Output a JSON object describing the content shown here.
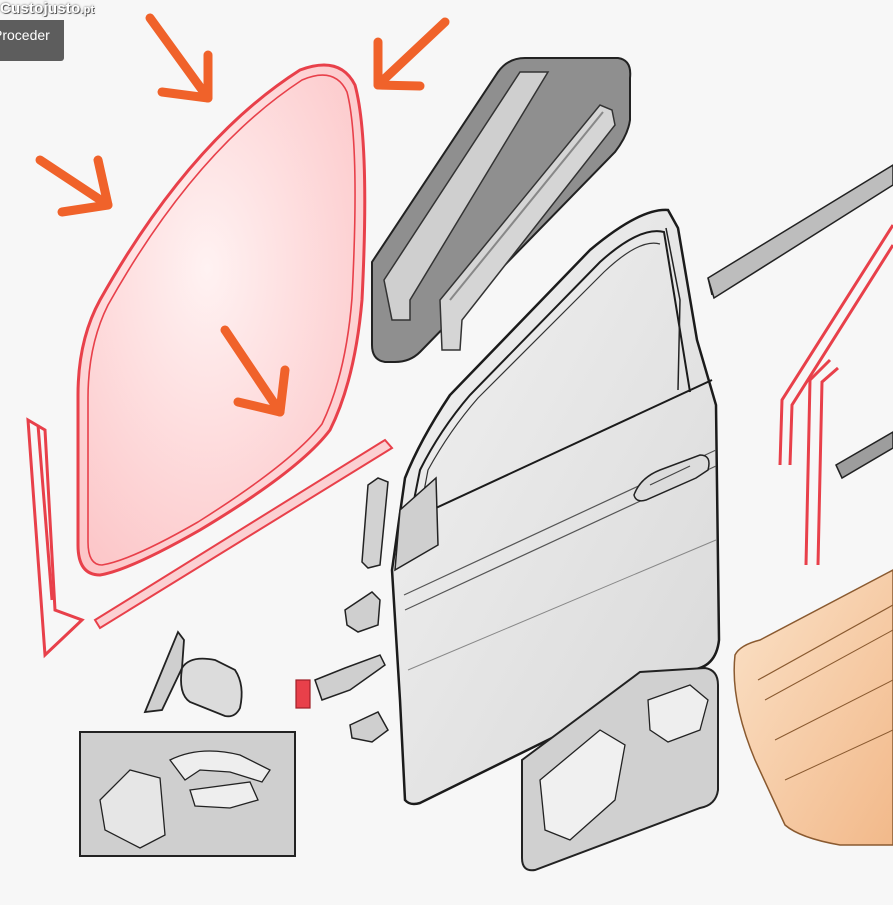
{
  "watermark": {
    "name": "Custojusto",
    "suffix": ".pt"
  },
  "back_button": {
    "label": "Proceder"
  },
  "colors": {
    "highlight_red": "#e8404a",
    "highlight_fill": "#fcd3d4",
    "arrow_orange": "#f0622a",
    "panel_gray": "#a9a9a9",
    "part_gray": "#d9d9d9",
    "door_fill": "#e6e6e6",
    "trim_orange": "#f6caa1"
  },
  "icons": [
    "arrow-icon",
    "arrow-icon",
    "arrow-icon",
    "arrow-icon"
  ]
}
